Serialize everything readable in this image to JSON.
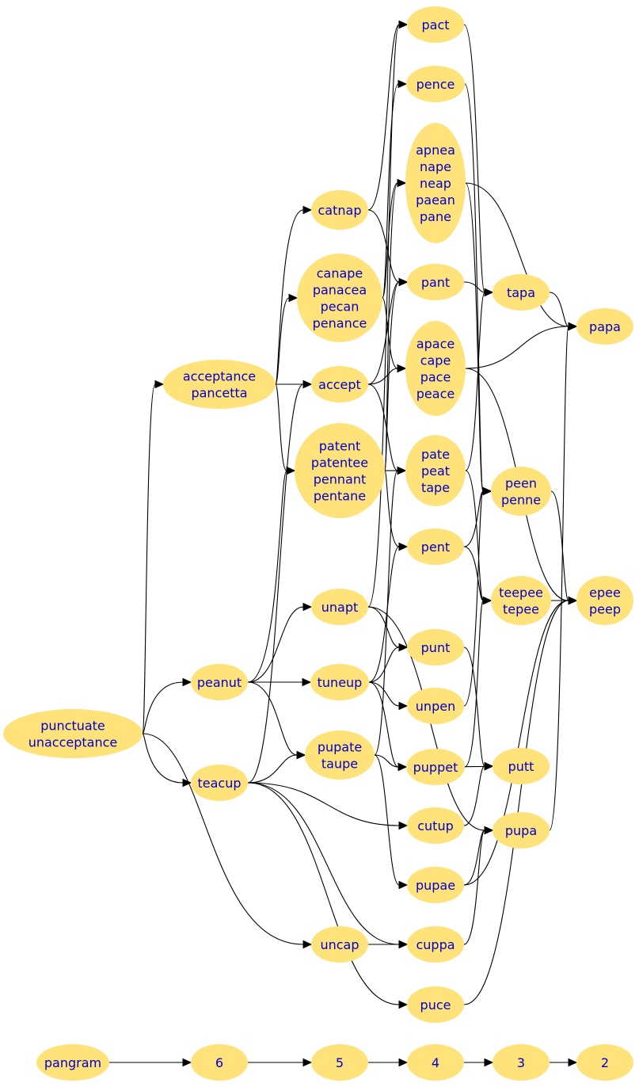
{
  "nodes": [
    {
      "id": "pact",
      "lines": [
        "pact"
      ]
    },
    {
      "id": "pence",
      "lines": [
        "pence"
      ]
    },
    {
      "id": "apnea",
      "lines": [
        "apnea",
        "nape",
        "neap",
        "paean",
        "pane"
      ]
    },
    {
      "id": "catnap",
      "lines": [
        "catnap"
      ]
    },
    {
      "id": "canape",
      "lines": [
        "canape",
        "panacea",
        "pecan",
        "penance"
      ]
    },
    {
      "id": "pant",
      "lines": [
        "pant"
      ]
    },
    {
      "id": "tapa",
      "lines": [
        "tapa"
      ]
    },
    {
      "id": "papa",
      "lines": [
        "papa"
      ]
    },
    {
      "id": "acceptance",
      "lines": [
        "acceptance",
        "pancetta"
      ]
    },
    {
      "id": "accept",
      "lines": [
        "accept"
      ]
    },
    {
      "id": "apace",
      "lines": [
        "apace",
        "cape",
        "pace",
        "peace"
      ]
    },
    {
      "id": "patent",
      "lines": [
        "patent",
        "patentee",
        "pennant",
        "pentane"
      ]
    },
    {
      "id": "pate",
      "lines": [
        "pate",
        "peat",
        "tape"
      ]
    },
    {
      "id": "peen",
      "lines": [
        "peen",
        "penne"
      ]
    },
    {
      "id": "pent",
      "lines": [
        "pent"
      ]
    },
    {
      "id": "unapt",
      "lines": [
        "unapt"
      ]
    },
    {
      "id": "teepee",
      "lines": [
        "teepee",
        "tepee"
      ]
    },
    {
      "id": "epee",
      "lines": [
        "epee",
        "peep"
      ]
    },
    {
      "id": "punt",
      "lines": [
        "punt"
      ]
    },
    {
      "id": "peanut",
      "lines": [
        "peanut"
      ]
    },
    {
      "id": "tuneup",
      "lines": [
        "tuneup"
      ]
    },
    {
      "id": "unpen",
      "lines": [
        "unpen"
      ]
    },
    {
      "id": "punctuate",
      "lines": [
        "punctuate",
        "unacceptance"
      ]
    },
    {
      "id": "pupate",
      "lines": [
        "pupate",
        "taupe"
      ]
    },
    {
      "id": "puppet",
      "lines": [
        "puppet"
      ]
    },
    {
      "id": "putt",
      "lines": [
        "putt"
      ]
    },
    {
      "id": "teacup",
      "lines": [
        "teacup"
      ]
    },
    {
      "id": "cutup",
      "lines": [
        "cutup"
      ]
    },
    {
      "id": "pupa",
      "lines": [
        "pupa"
      ]
    },
    {
      "id": "pupae",
      "lines": [
        "pupae"
      ]
    },
    {
      "id": "uncap",
      "lines": [
        "uncap"
      ]
    },
    {
      "id": "cuppa",
      "lines": [
        "cuppa"
      ]
    },
    {
      "id": "puce",
      "lines": [
        "puce"
      ]
    },
    {
      "id": "pangram",
      "lines": [
        "pangram"
      ]
    },
    {
      "id": "r6",
      "lines": [
        "6"
      ]
    },
    {
      "id": "r5",
      "lines": [
        "5"
      ]
    },
    {
      "id": "r4",
      "lines": [
        "4"
      ]
    },
    {
      "id": "r3",
      "lines": [
        "3"
      ]
    },
    {
      "id": "r2",
      "lines": [
        "2"
      ]
    }
  ],
  "edges": [
    [
      "catnap",
      "pact"
    ],
    [
      "catnap",
      "pant"
    ],
    [
      "canape",
      "pence"
    ],
    [
      "canape",
      "apnea"
    ],
    [
      "canape",
      "apace"
    ],
    [
      "acceptance",
      "catnap"
    ],
    [
      "acceptance",
      "canape"
    ],
    [
      "acceptance",
      "accept"
    ],
    [
      "acceptance",
      "patent"
    ],
    [
      "accept",
      "pant"
    ],
    [
      "accept",
      "apace"
    ],
    [
      "accept",
      "pate"
    ],
    [
      "pant",
      "tapa"
    ],
    [
      "pact",
      "tapa"
    ],
    [
      "tapa",
      "papa"
    ],
    [
      "apnea",
      "papa"
    ],
    [
      "apnea",
      "peen"
    ],
    [
      "apace",
      "papa"
    ],
    [
      "apace",
      "epee"
    ],
    [
      "pence",
      "peen"
    ],
    [
      "patent",
      "apnea"
    ],
    [
      "patent",
      "pant"
    ],
    [
      "patent",
      "pate"
    ],
    [
      "patent",
      "pent"
    ],
    [
      "pate",
      "tapa"
    ],
    [
      "pate",
      "teepee"
    ],
    [
      "pent",
      "peen"
    ],
    [
      "pent",
      "teepee"
    ],
    [
      "peen",
      "epee"
    ],
    [
      "teepee",
      "epee"
    ],
    [
      "unapt",
      "pact"
    ],
    [
      "unapt",
      "punt"
    ],
    [
      "unapt",
      "pupa"
    ],
    [
      "peanut",
      "patent"
    ],
    [
      "peanut",
      "unapt"
    ],
    [
      "peanut",
      "tuneup"
    ],
    [
      "peanut",
      "pupate"
    ],
    [
      "tuneup",
      "pent"
    ],
    [
      "tuneup",
      "punt"
    ],
    [
      "tuneup",
      "unpen"
    ],
    [
      "tuneup",
      "puppet"
    ],
    [
      "unpen",
      "peen"
    ],
    [
      "punt",
      "putt"
    ],
    [
      "punctuate",
      "acceptance"
    ],
    [
      "punctuate",
      "peanut"
    ],
    [
      "punctuate",
      "teacup"
    ],
    [
      "punctuate",
      "uncap"
    ],
    [
      "pupate",
      "pate"
    ],
    [
      "pupate",
      "puppet"
    ],
    [
      "pupate",
      "pupae"
    ],
    [
      "puppet",
      "putt"
    ],
    [
      "puppet",
      "teepee"
    ],
    [
      "teacup",
      "accept"
    ],
    [
      "teacup",
      "pupate"
    ],
    [
      "teacup",
      "cutup"
    ],
    [
      "teacup",
      "cuppa"
    ],
    [
      "teacup",
      "puce"
    ],
    [
      "cutup",
      "putt"
    ],
    [
      "pupa",
      "papa"
    ],
    [
      "pupae",
      "pupa"
    ],
    [
      "pupae",
      "epee"
    ],
    [
      "uncap",
      "cuppa"
    ],
    [
      "cuppa",
      "pupa"
    ],
    [
      "puce",
      "epee"
    ],
    [
      "pangram",
      "r6"
    ],
    [
      "r6",
      "r5"
    ],
    [
      "r5",
      "r4"
    ],
    [
      "r4",
      "r3"
    ],
    [
      "r3",
      "r2"
    ]
  ],
  "colors": {
    "node_fill": "#ffe27a",
    "node_text": "#0000cc",
    "edge": "#000000"
  }
}
